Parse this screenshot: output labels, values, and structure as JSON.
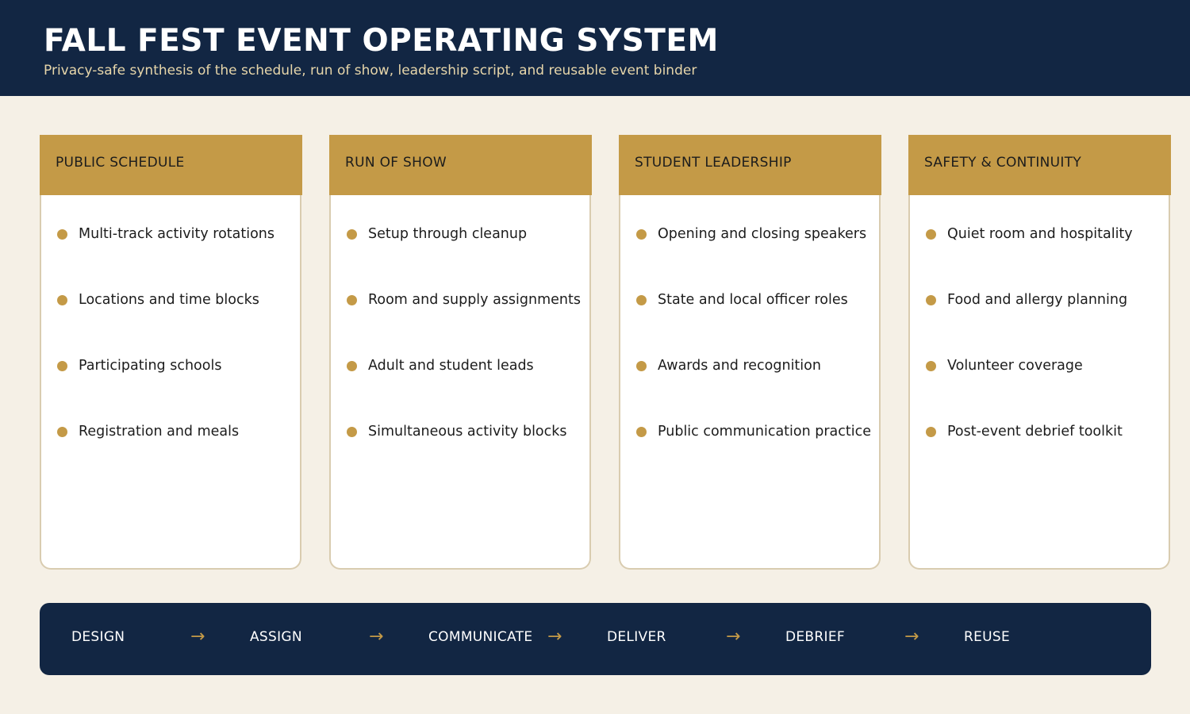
{
  "header": {
    "title": "FALL FEST EVENT OPERATING SYSTEM",
    "subtitle": "Privacy-safe synthesis of the schedule, run of show, leadership script, and reusable event binder"
  },
  "columns": [
    {
      "title": "PUBLIC SCHEDULE",
      "items": [
        "Multi-track activity rotations",
        "Locations and time blocks",
        "Participating schools",
        "Registration and meals"
      ]
    },
    {
      "title": "RUN OF SHOW",
      "items": [
        "Setup through cleanup",
        "Room and supply assignments",
        "Adult and student leads",
        "Simultaneous activity blocks"
      ]
    },
    {
      "title": "STUDENT LEADERSHIP",
      "items": [
        "Opening and closing speakers",
        "State and local officer roles",
        "Awards and recognition",
        "Public communication practice"
      ]
    },
    {
      "title": "SAFETY & CONTINUITY",
      "items": [
        "Quiet room and hospitality",
        "Food and allergy planning",
        "Volunteer coverage",
        "Post-event debrief toolkit"
      ]
    }
  ],
  "flow": {
    "steps": [
      "DESIGN",
      "ASSIGN",
      "COMMUNICATE",
      "DELIVER",
      "DEBRIEF",
      "REUSE"
    ],
    "arrow_glyph": "→"
  },
  "colors": {
    "navy": "#122643",
    "gold": "#c49a47",
    "cream": "#f5f0e6",
    "subtitle": "#e7d6aa"
  }
}
